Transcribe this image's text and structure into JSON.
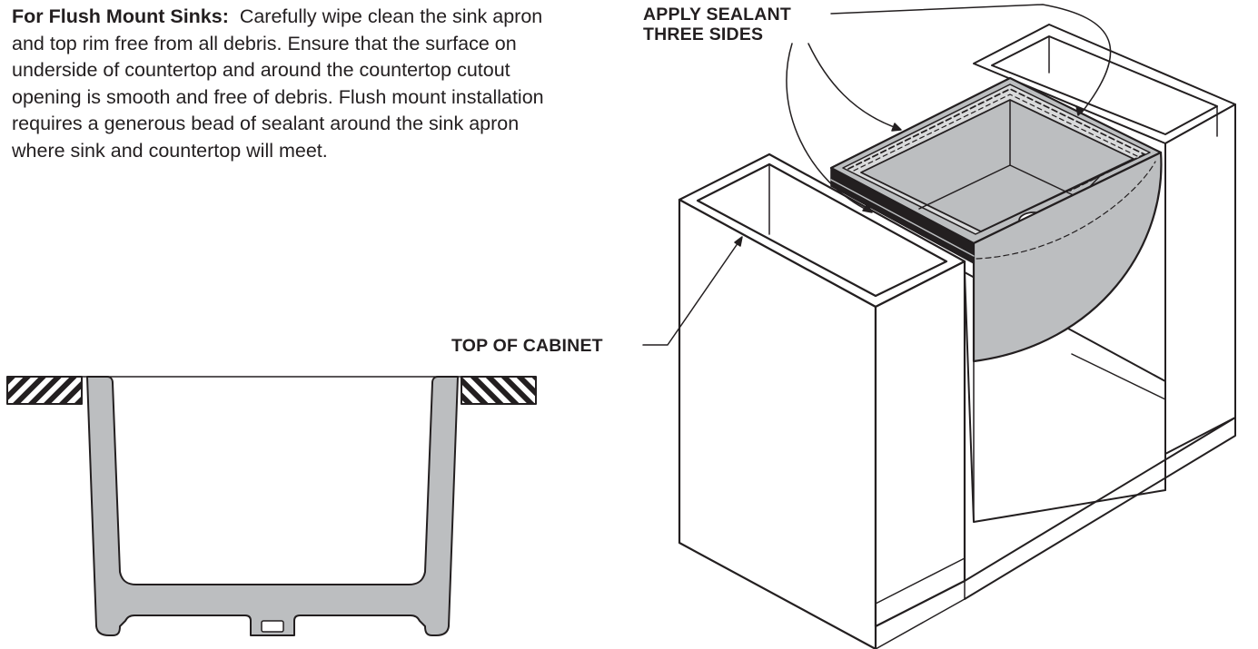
{
  "instructions": {
    "lead": "For Flush Mount Sinks:",
    "body": "Carefully wipe clean the sink apron and top rim free from all debris. Ensure that the  surface on underside of countertop and around the countertop cutout opening is smooth and free of debris. Flush mount installation requires a generous bead of sealant around the sink apron where sink and countertop will meet."
  },
  "callouts": {
    "sealant_line1": "APPLY SEALANT",
    "sealant_line2": "THREE SIDES",
    "cabinet": "TOP OF CABINET"
  },
  "colors": {
    "ink": "#231f20",
    "sink_fill": "#bcbec0",
    "background": "#ffffff"
  }
}
